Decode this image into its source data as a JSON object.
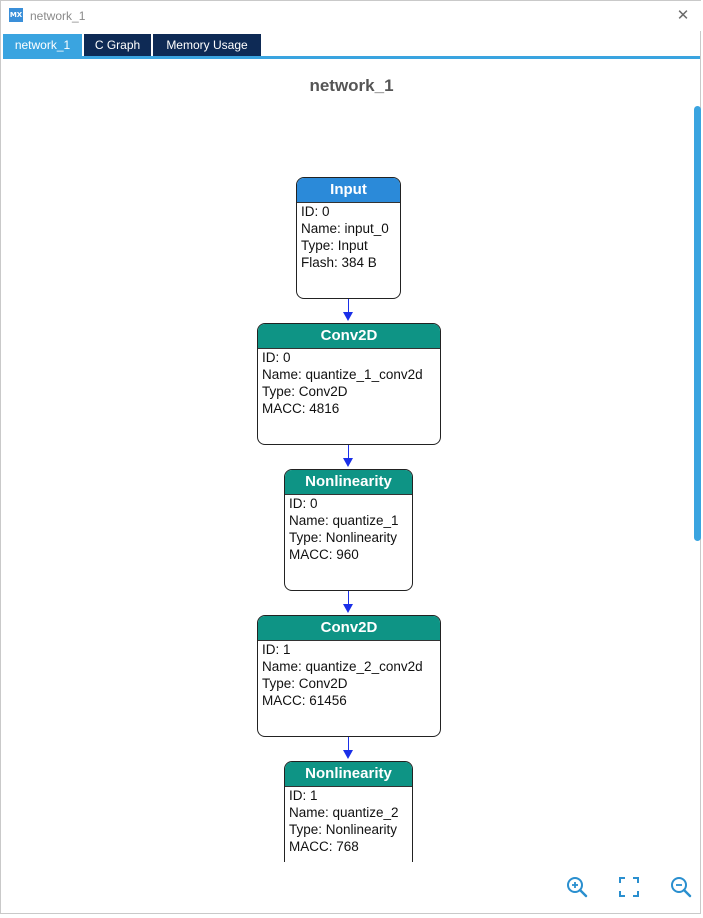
{
  "window": {
    "title": "network_1",
    "app_icon_label": "MX"
  },
  "tabs": [
    {
      "label": "network_1",
      "active": true
    },
    {
      "label": "C Graph",
      "active": false
    },
    {
      "label": "Memory Usage",
      "active": false
    }
  ],
  "graph": {
    "title": "network_1",
    "nodes": [
      {
        "header": "Input",
        "color": "#2b8ad9",
        "lines": [
          "ID: 0",
          "Name: input_0",
          "Type: Input",
          "Flash: 384 B"
        ]
      },
      {
        "header": "Conv2D",
        "color": "#0e9485",
        "lines": [
          "ID: 0",
          "Name: quantize_1_conv2d",
          "Type: Conv2D",
          "MACC: 4816"
        ]
      },
      {
        "header": "Nonlinearity",
        "color": "#0e9485",
        "lines": [
          "ID: 0",
          "Name: quantize_1",
          "Type: Nonlinearity",
          "MACC: 960"
        ]
      },
      {
        "header": "Conv2D",
        "color": "#0e9485",
        "lines": [
          "ID: 1",
          "Name: quantize_2_conv2d",
          "Type: Conv2D",
          "MACC: 61456"
        ]
      },
      {
        "header": "Nonlinearity",
        "color": "#0e9485",
        "lines": [
          "ID: 1",
          "Name: quantize_2",
          "Type: Nonlinearity",
          "MACC: 768"
        ]
      }
    ]
  },
  "colors": {
    "accent": "#3aa4e0",
    "tab_dark": "#0e2a55",
    "edge": "#1a2fe8"
  },
  "tools": {
    "zoom_in": "zoom-in-icon",
    "fit": "fit-screen-icon",
    "zoom_out": "zoom-out-icon"
  }
}
